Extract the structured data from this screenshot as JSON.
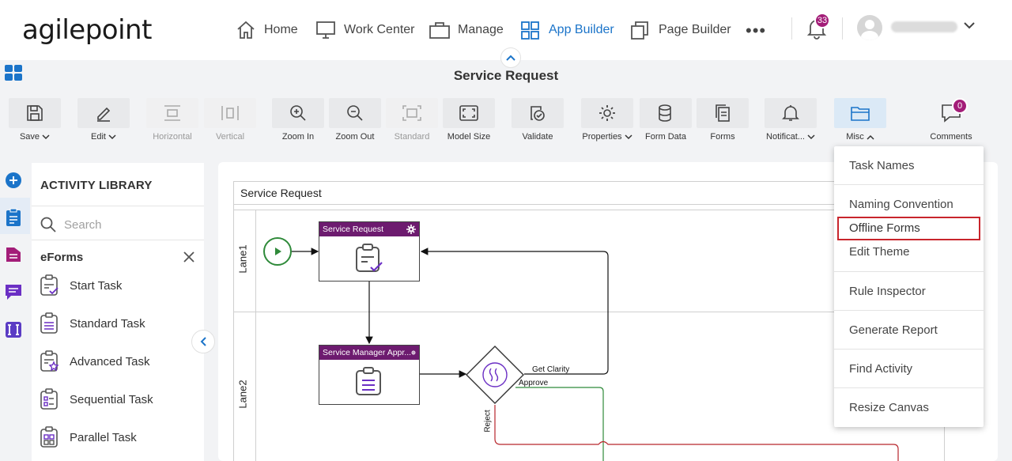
{
  "brand": {
    "logo": "agilepoint"
  },
  "nav": {
    "items": [
      {
        "label": "Home",
        "icon": "home-icon"
      },
      {
        "label": "Work Center",
        "icon": "monitor-icon"
      },
      {
        "label": "Manage",
        "icon": "briefcase-icon"
      },
      {
        "label": "App Builder",
        "icon": "grid-icon",
        "active": true
      },
      {
        "label": "Page Builder",
        "icon": "pages-icon"
      }
    ],
    "more": "•••",
    "notifications_count": "33"
  },
  "page_title": "Service Request",
  "toolbar": {
    "save": "Save",
    "edit": "Edit",
    "horizontal": "Horizontal",
    "vertical": "Vertical",
    "zoom_in": "Zoom In",
    "zoom_out": "Zoom Out",
    "standard": "Standard",
    "model_size": "Model Size",
    "validate": "Validate",
    "properties": "Properties",
    "form_data": "Form Data",
    "forms": "Forms",
    "notifications": "Notificat...",
    "misc": "Misc",
    "comments": "Comments",
    "comments_count": "0"
  },
  "library": {
    "title": "ACTIVITY LIBRARY",
    "search_placeholder": "Search",
    "group": "eForms",
    "tasks": [
      {
        "label": "Start Task"
      },
      {
        "label": "Standard Task"
      },
      {
        "label": "Advanced Task"
      },
      {
        "label": "Sequential Task"
      },
      {
        "label": "Parallel Task"
      }
    ]
  },
  "canvas": {
    "pool_title": "Service Request",
    "lanes": [
      "Lane1",
      "Lane2"
    ],
    "nodes": {
      "service_request": "Service Request",
      "manager_approval": "Service Manager Appr..."
    },
    "flows": {
      "get_clarity": "Get Clarity",
      "approve": "Approve",
      "reject": "Reject"
    }
  },
  "misc_menu": {
    "items": [
      "Task Names",
      "Naming Convention",
      "Offline Forms",
      "Edit Theme",
      "Rule Inspector",
      "Generate Report",
      "Find Activity",
      "Resize Canvas"
    ],
    "highlighted": "Offline Forms"
  },
  "colors": {
    "accent": "#1b74c9",
    "node_header": "#6d1b6f",
    "badge": "#a31d78",
    "highlight_border": "#c8252c",
    "approve_line": "#2f8a3a",
    "reject_line": "#b8262c"
  }
}
